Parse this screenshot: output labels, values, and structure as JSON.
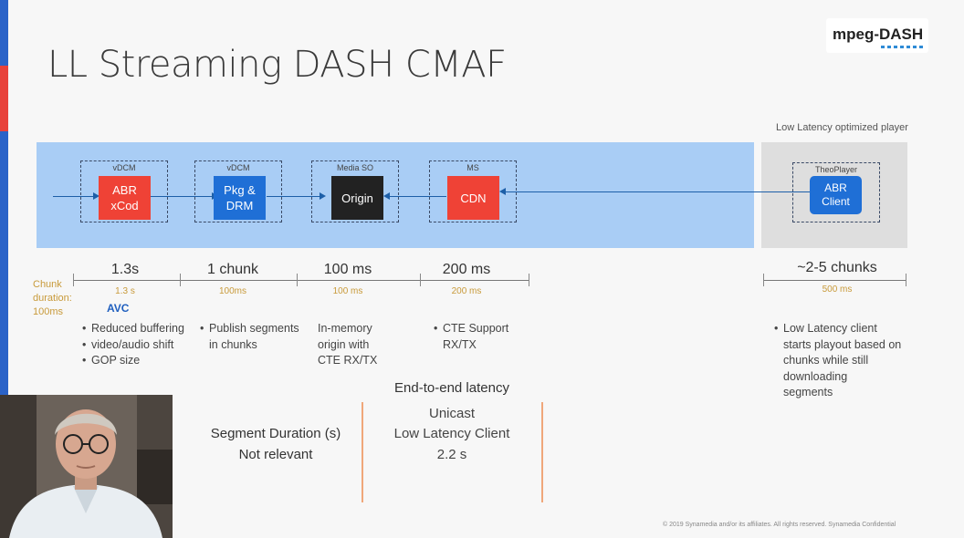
{
  "slide": {
    "title": "LL Streaming DASH CMAF",
    "logo": {
      "part1": "mpeg-",
      "part2": "DASH"
    },
    "player_caption": "Low Latency optimized player",
    "nodes": [
      {
        "group": "vDCM",
        "box": [
          "ABR",
          "xCod"
        ],
        "color": "#ef4236"
      },
      {
        "group": "vDCM",
        "box": [
          "Pkg &",
          "DRM"
        ],
        "color": "#1f6fd6"
      },
      {
        "group": "Media SO",
        "box": [
          "Origin"
        ],
        "color": "#222222"
      },
      {
        "group": "MS",
        "box": [
          "CDN"
        ],
        "color": "#ef4236"
      },
      {
        "group": "TheoPlayer",
        "box": [
          "ABR",
          "Client"
        ],
        "color": "#1f6fd6"
      }
    ],
    "chunk_duration_label": [
      "Chunk",
      "duration:",
      "100ms"
    ],
    "spans": [
      {
        "title": "1.3s",
        "sub": "1.3 s"
      },
      {
        "title": "1 chunk",
        "sub": "100ms"
      },
      {
        "title": "100 ms",
        "sub": "100 ms"
      },
      {
        "title": "200 ms",
        "sub": "200 ms"
      },
      {
        "title": "~2-5 chunks",
        "sub": "500 ms"
      }
    ],
    "avc": "AVC",
    "bullets_col1": [
      "Reduced buffering",
      "video/audio shift",
      "GOP size"
    ],
    "bullets_col2": [
      "Publish  segments",
      "in chunks"
    ],
    "text_col3": [
      "In-memory",
      "origin with",
      "CTE RX/TX"
    ],
    "bullets_col4": [
      "CTE Support",
      "RX/TX"
    ],
    "bullets_col5": [
      "Low Latency client",
      "starts playout based on",
      "chunks while still",
      "downloading",
      "segments"
    ],
    "segment_duration": {
      "heading": "Segment Duration (s)",
      "value": "Not relevant"
    },
    "end_to_end": {
      "heading": "End-to-end latency",
      "lines": [
        "Unicast",
        "Low Latency Client",
        "2.2 s"
      ]
    },
    "copyright": "© 2019  Synamedia and/or its affiliates. All rights reserved. Synamedia Confidential"
  },
  "colors": {
    "accent_blue": "#2b63c8",
    "accent_red": "#e8423b",
    "band_blue": "#a9cdf5",
    "gold": "#c89a3a",
    "orange_divider": "#f0a77a"
  }
}
